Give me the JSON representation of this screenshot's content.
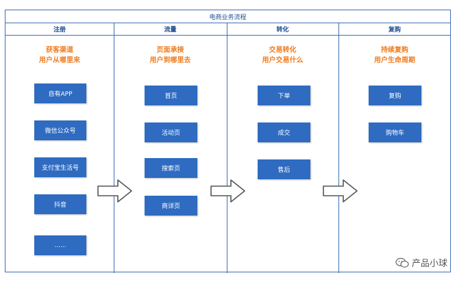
{
  "title": "电商业务流程",
  "columns": [
    {
      "header": "注册",
      "title_line1": "获客渠道",
      "title_line2": "用户从哪里来",
      "items": [
        "自有APP",
        "微信公众号",
        "支付宝生活号",
        "抖音",
        "......"
      ]
    },
    {
      "header": "流量",
      "title_line1": "页面承接",
      "title_line2": "用户到哪里去",
      "items": [
        "首页",
        "活动页",
        "搜索页",
        "商详页"
      ]
    },
    {
      "header": "转化",
      "title_line1": "交易转化",
      "title_line2": "用户交易什么",
      "items": [
        "下单",
        "成交",
        "售后"
      ]
    },
    {
      "header": "复购",
      "title_line1": "持续复购",
      "title_line2": "用户生命周期",
      "items": [
        "复购",
        "购物车"
      ]
    }
  ],
  "watermark": "产品小球",
  "colors": {
    "border": "#3d6fb5",
    "header_text": "#1f4e8f",
    "accent": "#ef7d22",
    "button": "#2e6bc1"
  }
}
